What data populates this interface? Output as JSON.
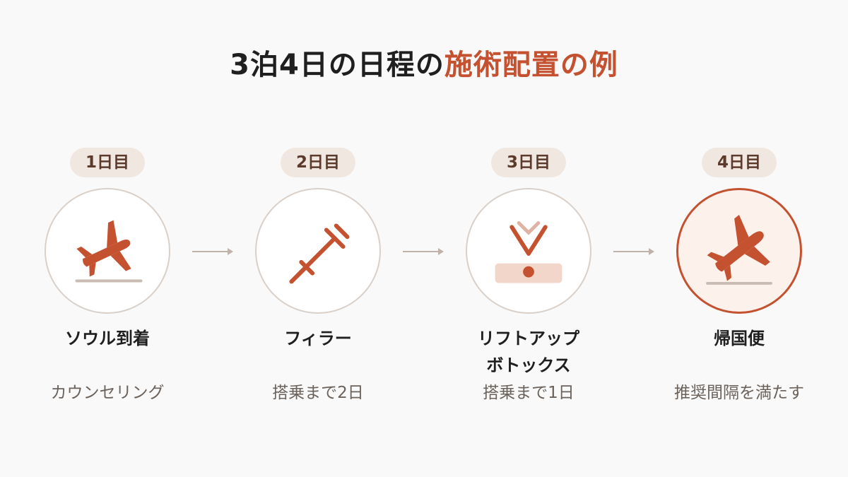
{
  "title": {
    "prefix": "3泊4日の日程の",
    "accent": "施術配置の例"
  },
  "steps": [
    {
      "day": "1日目",
      "title": "ソウル到着",
      "title2": "",
      "desc": "カウンセリング",
      "icon": "airplane-departure-icon"
    },
    {
      "day": "2日目",
      "title": "フィラー",
      "title2": "",
      "desc": "搭乗まで2日",
      "icon": "syringe-icon"
    },
    {
      "day": "3日目",
      "title": "リフトアップ",
      "title2": "ボトックス",
      "desc": "搭乗まで1日",
      "icon": "lift-up-icon"
    },
    {
      "day": "4日目",
      "title": "帰国便",
      "title2": "",
      "desc": "推奨間隔を満たす",
      "icon": "airplane-takeoff-icon"
    }
  ],
  "colors": {
    "accent": "#c4512f",
    "badge_bg": "#f1e7e1",
    "circle_border": "#d9d0c9",
    "final_circle_bg": "#fdf1ec",
    "arrow": "#bfb2aa"
  }
}
